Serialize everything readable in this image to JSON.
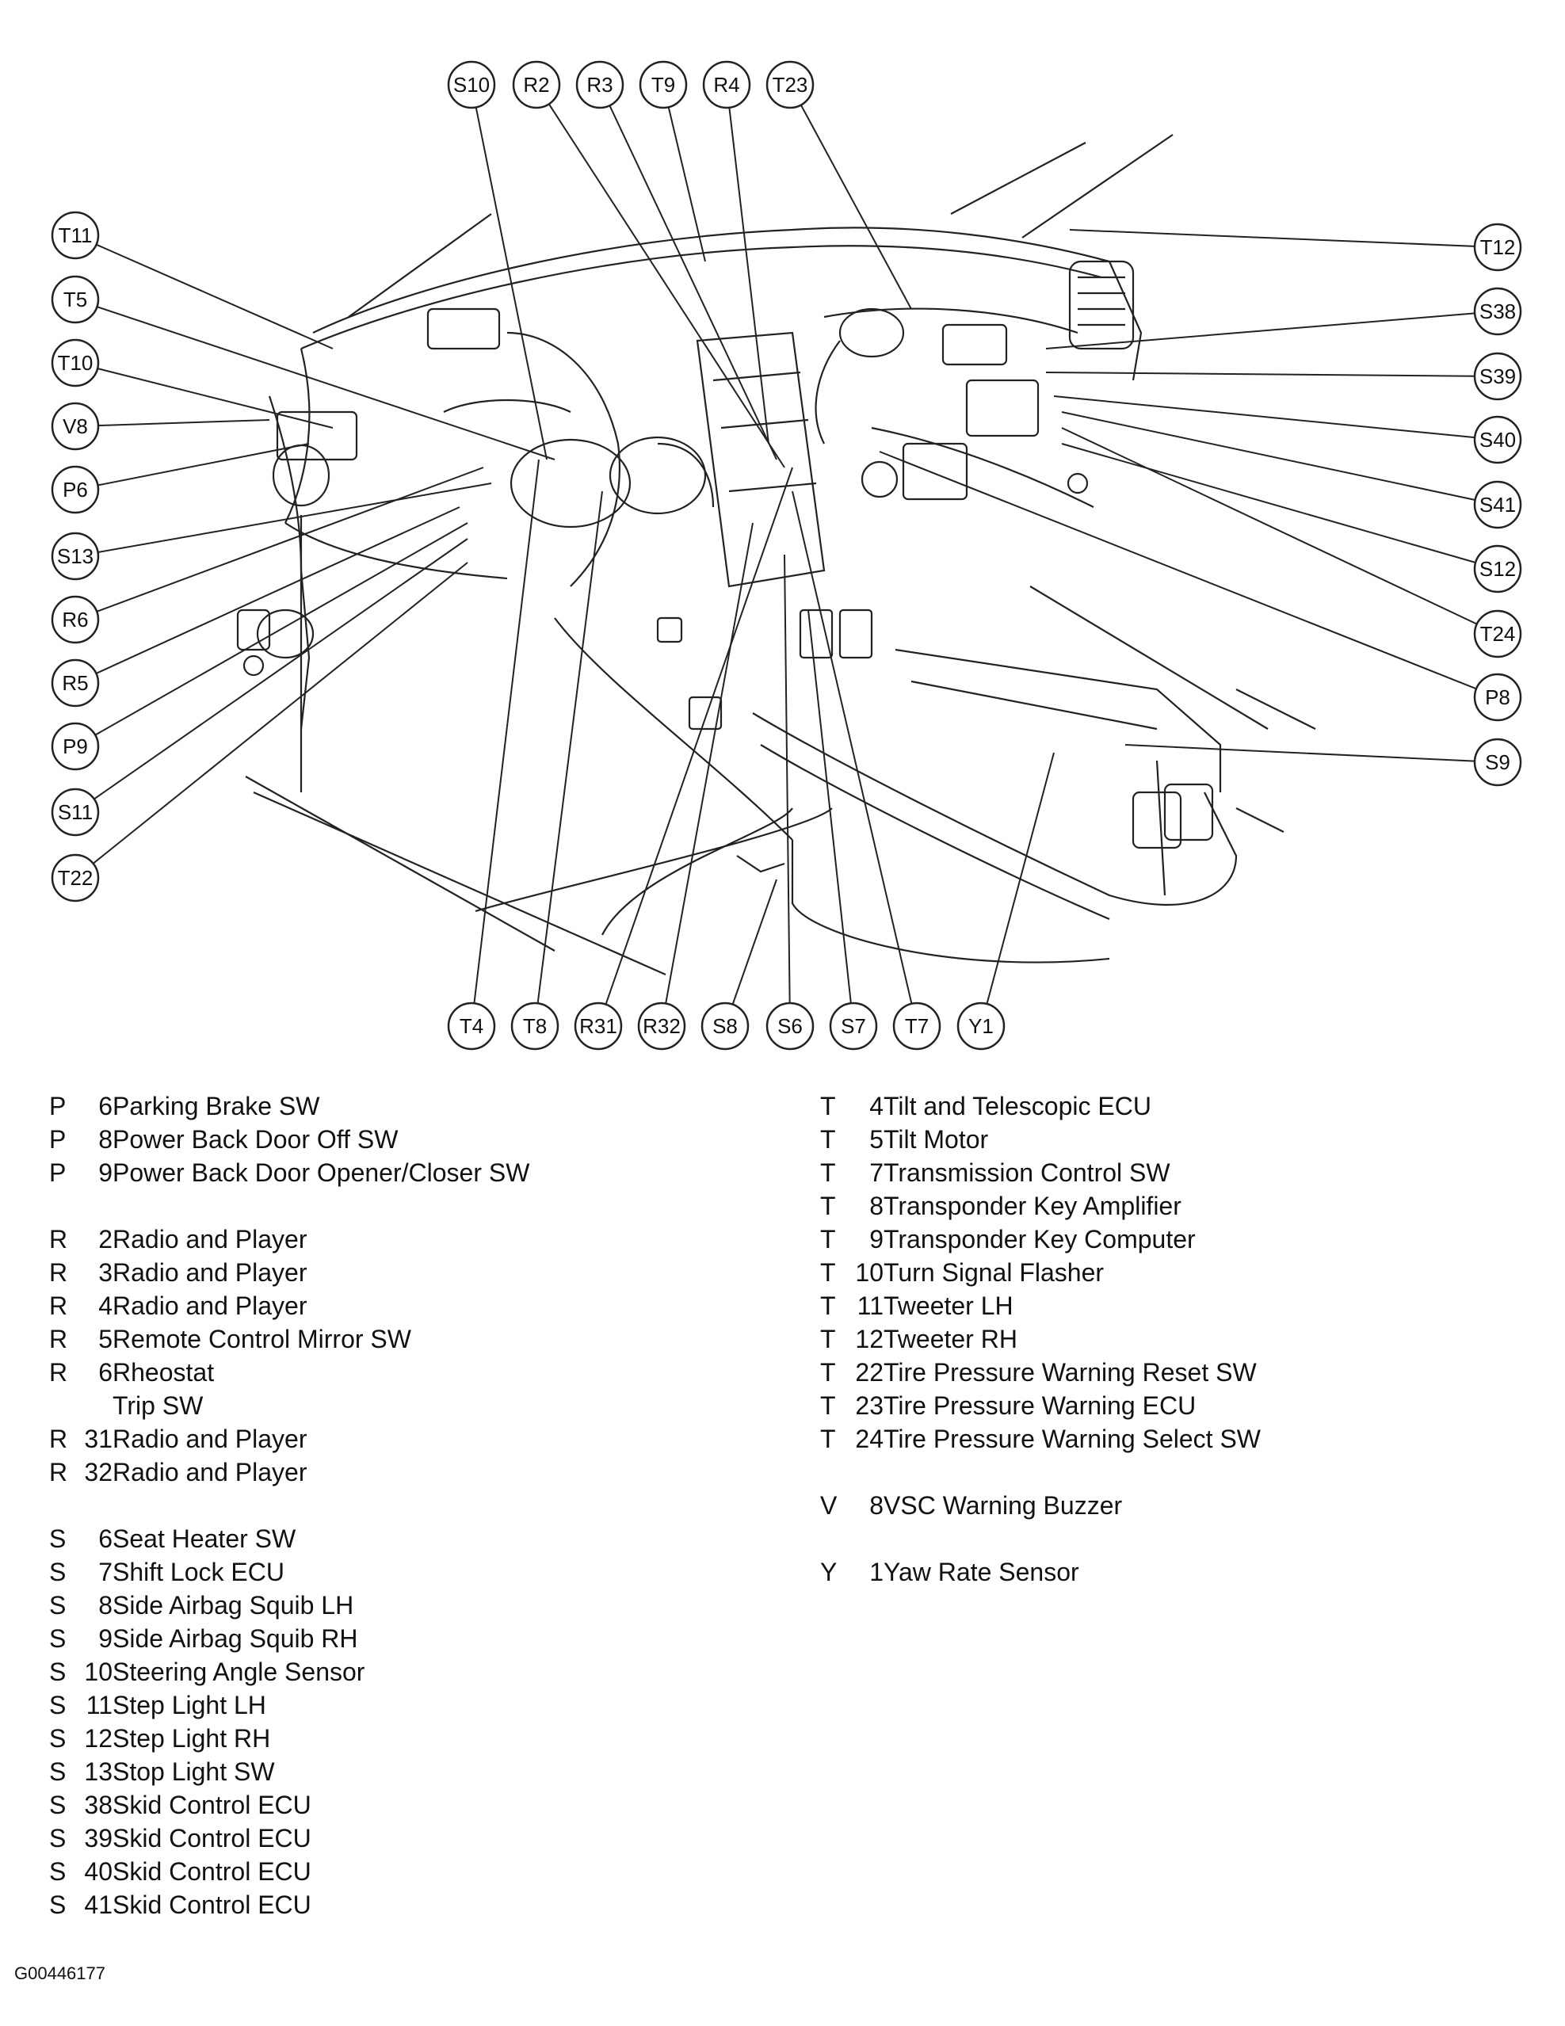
{
  "figure_id": "G00446177",
  "callouts_top": [
    "S10",
    "R2",
    "R3",
    "T9",
    "R4",
    "T23"
  ],
  "callouts_left": [
    "T11",
    "T5",
    "T10",
    "V8",
    "P6",
    "S13",
    "R6",
    "R5",
    "P9",
    "S11",
    "T22"
  ],
  "callouts_right": [
    "T12",
    "S38",
    "S39",
    "S40",
    "S41",
    "S12",
    "T24",
    "P8",
    "S9"
  ],
  "callouts_bottom": [
    "T4",
    "T8",
    "R31",
    "R32",
    "S8",
    "S6",
    "S7",
    "T7",
    "Y1"
  ],
  "legend_left": [
    {
      "letter": "P",
      "num": "6",
      "desc": "Parking Brake SW"
    },
    {
      "letter": "P",
      "num": "8",
      "desc": "Power Back Door Off SW"
    },
    {
      "letter": "P",
      "num": "9",
      "desc": "Power Back Door Opener/Closer SW"
    },
    {
      "letter": "R",
      "num": "2",
      "desc": "Radio and Player",
      "gap": true
    },
    {
      "letter": "R",
      "num": "3",
      "desc": "Radio and Player"
    },
    {
      "letter": "R",
      "num": "4",
      "desc": "Radio and Player"
    },
    {
      "letter": "R",
      "num": "5",
      "desc": "Remote Control Mirror SW"
    },
    {
      "letter": "R",
      "num": "6",
      "desc": "Rheostat"
    },
    {
      "letter": "",
      "num": "",
      "desc": "Trip SW",
      "sub": true
    },
    {
      "letter": "R",
      "num": "31",
      "desc": "Radio and Player"
    },
    {
      "letter": "R",
      "num": "32",
      "desc": "Radio and Player"
    },
    {
      "letter": "S",
      "num": "6",
      "desc": "Seat Heater SW",
      "gap": true
    },
    {
      "letter": "S",
      "num": "7",
      "desc": "Shift Lock ECU"
    },
    {
      "letter": "S",
      "num": "8",
      "desc": "Side Airbag Squib LH"
    },
    {
      "letter": "S",
      "num": "9",
      "desc": "Side Airbag Squib RH"
    },
    {
      "letter": "S",
      "num": "10",
      "desc": "Steering Angle Sensor"
    },
    {
      "letter": "S",
      "num": "11",
      "desc": "Step Light LH"
    },
    {
      "letter": "S",
      "num": "12",
      "desc": "Step Light RH"
    },
    {
      "letter": "S",
      "num": "13",
      "desc": "Stop Light SW"
    },
    {
      "letter": "S",
      "num": "38",
      "desc": "Skid Control ECU"
    },
    {
      "letter": "S",
      "num": "39",
      "desc": "Skid Control ECU"
    },
    {
      "letter": "S",
      "num": "40",
      "desc": "Skid Control ECU"
    },
    {
      "letter": "S",
      "num": "41",
      "desc": "Skid Control ECU"
    }
  ],
  "legend_right": [
    {
      "letter": "T",
      "num": "4",
      "desc": "Tilt and Telescopic ECU"
    },
    {
      "letter": "T",
      "num": "5",
      "desc": "Tilt Motor"
    },
    {
      "letter": "T",
      "num": "7",
      "desc": "Transmission Control SW"
    },
    {
      "letter": "T",
      "num": "8",
      "desc": "Transponder Key Amplifier"
    },
    {
      "letter": "T",
      "num": "9",
      "desc": "Transponder Key Computer"
    },
    {
      "letter": "T",
      "num": "10",
      "desc": "Turn Signal Flasher"
    },
    {
      "letter": "T",
      "num": "11",
      "desc": "Tweeter LH"
    },
    {
      "letter": "T",
      "num": "12",
      "desc": "Tweeter RH"
    },
    {
      "letter": "T",
      "num": "22",
      "desc": "Tire Pressure Warning Reset SW"
    },
    {
      "letter": "T",
      "num": "23",
      "desc": "Tire Pressure Warning ECU"
    },
    {
      "letter": "T",
      "num": "24",
      "desc": "Tire Pressure Warning Select SW"
    },
    {
      "letter": "V",
      "num": "8",
      "desc": "VSC Warning Buzzer",
      "gap": true
    },
    {
      "letter": "Y",
      "num": "1",
      "desc": "Yaw Rate Sensor",
      "gap": true
    }
  ]
}
